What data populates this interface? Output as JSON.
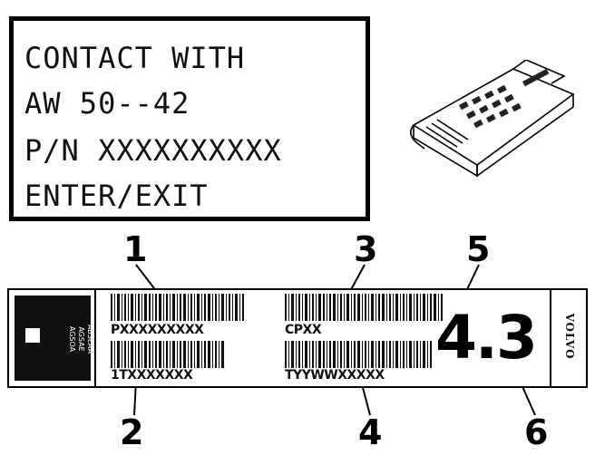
{
  "display": {
    "lines": [
      "CONTACT WITH",
      "AW 50--42",
      "P/N XXXXXXXXXX",
      "ENTER/EXIT"
    ]
  },
  "callouts": [
    "1",
    "2",
    "3",
    "4",
    "5",
    "6"
  ],
  "label": {
    "tab_text": "12V\nABSEAA\nAGSAE\nAGSOA",
    "code_1": "PXXXXXXXXX",
    "code_2": "1TXXXXXXX",
    "code_3": "CPXX",
    "code_4": "TYYWWXXXXX",
    "version": "4.3",
    "brand": "VOLVO"
  },
  "icons": [
    "diagnostic-scanner-icon"
  ]
}
